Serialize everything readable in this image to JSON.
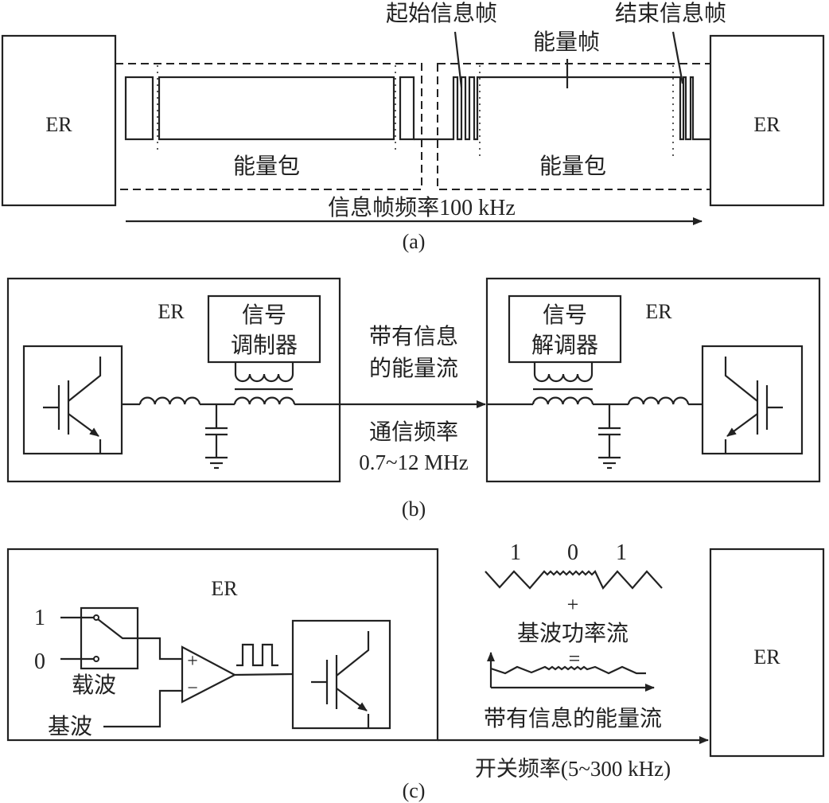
{
  "panel_a": {
    "er_left": "ER",
    "er_right": "ER",
    "start_frame": "起始信息帧",
    "end_frame": "结束信息帧",
    "energy_frame": "能量帧",
    "energy_packet_1": "能量包",
    "energy_packet_2": "能量包",
    "frequency": "信息帧频率100 kHz",
    "caption": "(a)"
  },
  "panel_b": {
    "er_left": "ER",
    "er_right": "ER",
    "modulator_line1": "信号",
    "modulator_line2": "调制器",
    "demodulator_line1": "信号",
    "demodulator_line2": "解调器",
    "flow_line1": "带有信息",
    "flow_line2": "的能量流",
    "comm_freq_label": "通信频率",
    "comm_freq_value": "0.7~12 MHz",
    "caption": "(b)"
  },
  "panel_c": {
    "er_left": "ER",
    "er_right": "ER",
    "input_1": "1",
    "input_0": "0",
    "carrier": "载波",
    "fundamental": "基波",
    "plus_sign": "+",
    "minus_sign": "−",
    "bits": [
      "1",
      "0",
      "1"
    ],
    "plus": "+",
    "fundamental_power_flow": "基波功率流",
    "equals": "=",
    "flow": "带有信息的能量流",
    "switch_freq": "开关频率(5~300 kHz)",
    "caption": "(c)"
  }
}
